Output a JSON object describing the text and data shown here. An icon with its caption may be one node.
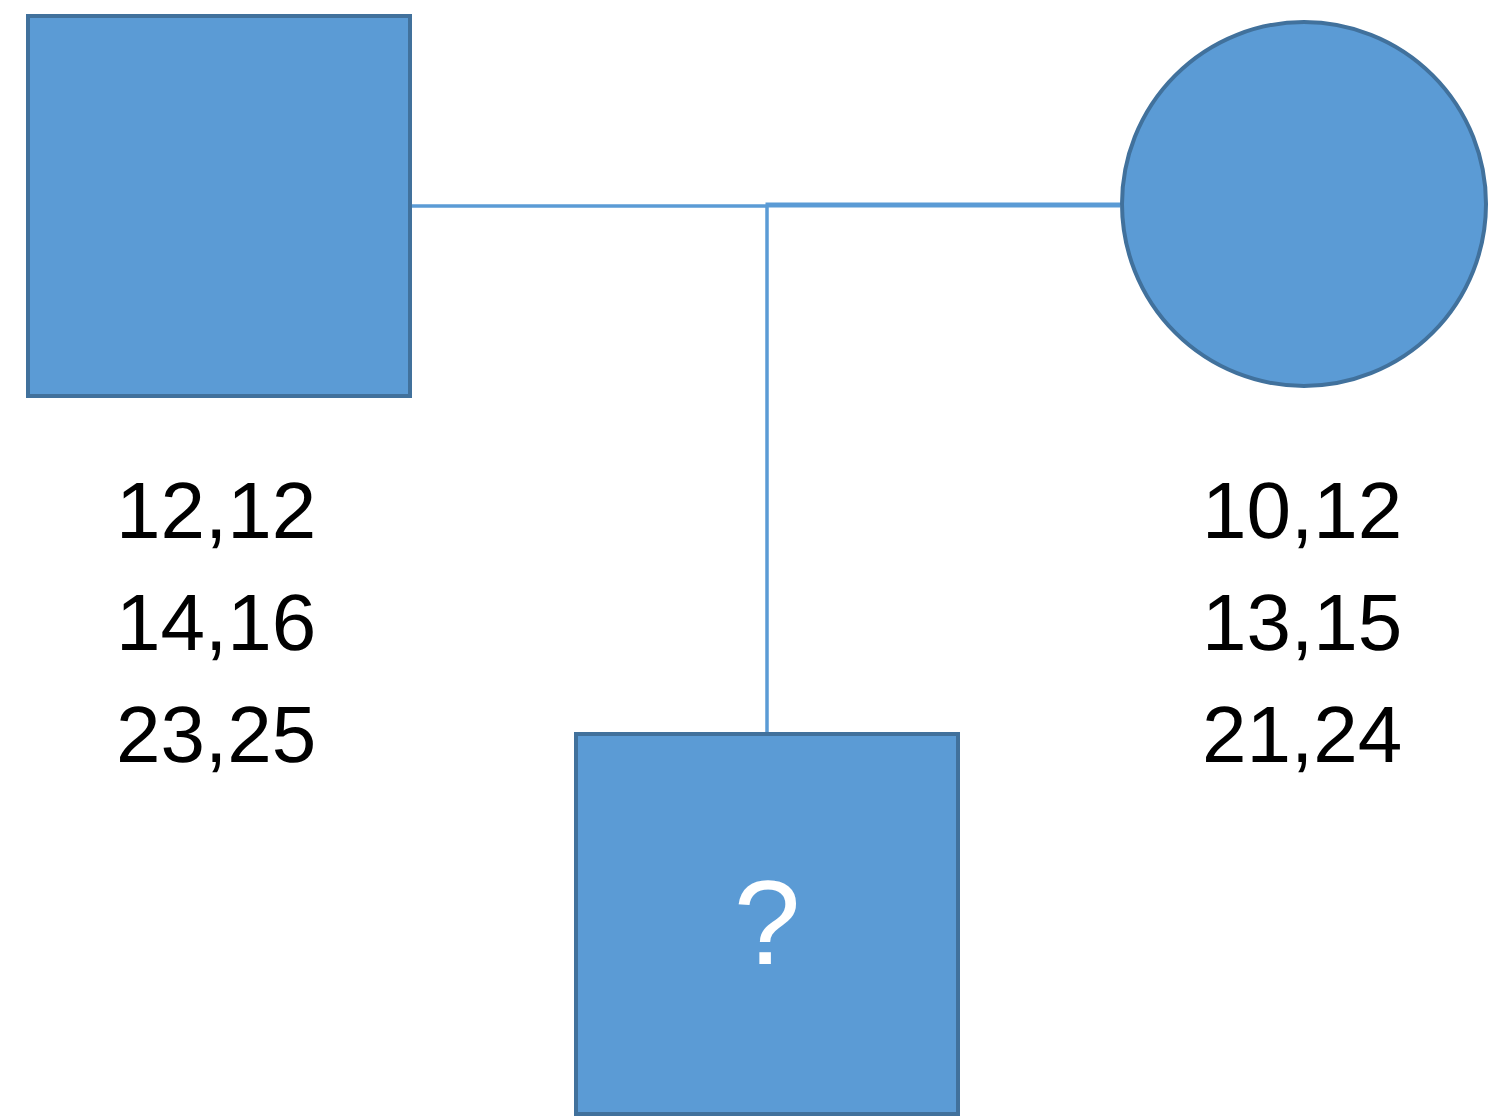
{
  "diagram": {
    "nodes": [
      {
        "text": [],
        "shape": "box",
        "beside": [
          "12,12",
          "14,16",
          "23,25"
        ]
      },
      {
        "text": [],
        "shape": "circle",
        "beside": [
          "10,12",
          "13,15",
          "21,24"
        ]
      },
      {
        "text": [
          "?"
        ]
      }
    ],
    "edges": [
      {
        "from": 0,
        "to": 1,
        "arrow": "none"
      },
      {
        "from": 0,
        "to": 2,
        "arrow": "none"
      },
      {
        "from": 1,
        "to": 2,
        "arrow": "none"
      }
    ]
  }
}
